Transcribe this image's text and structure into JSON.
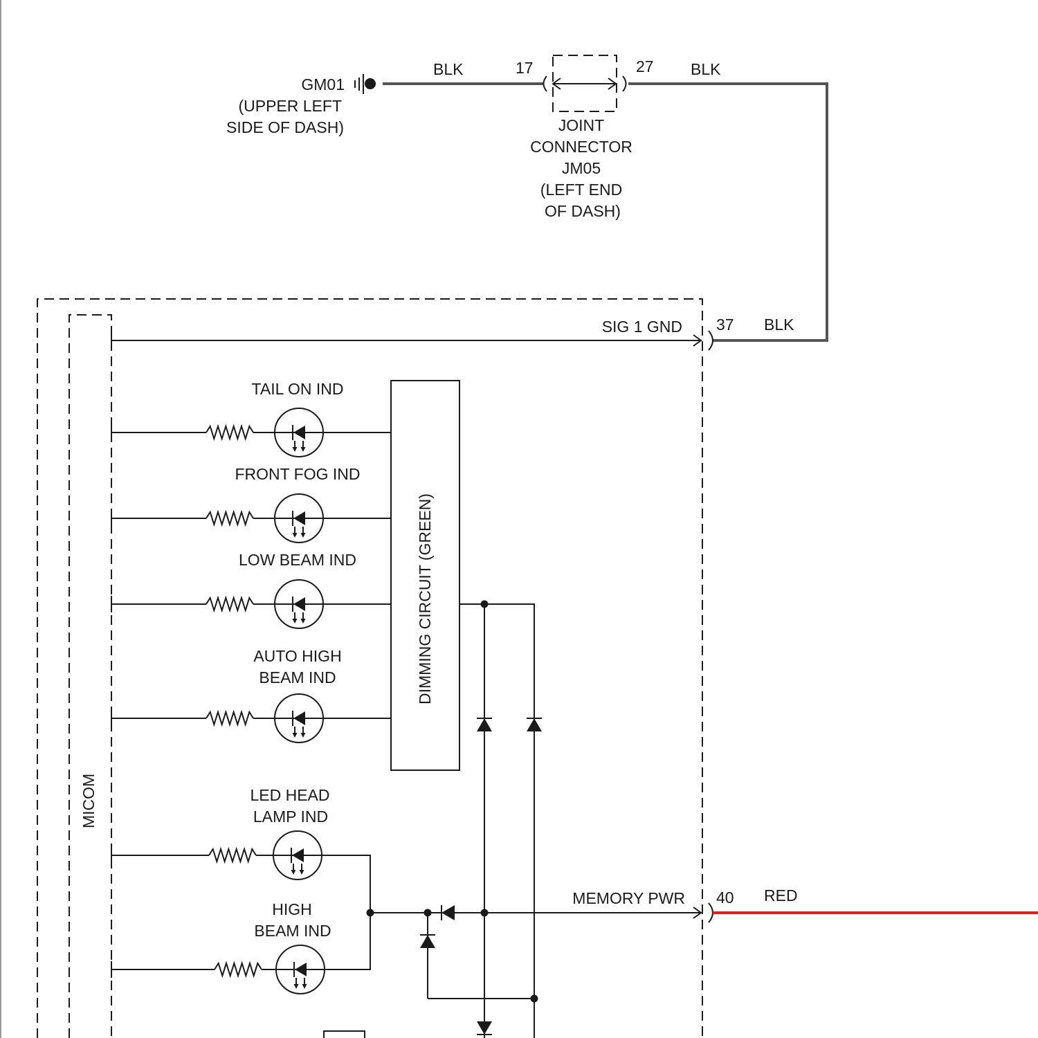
{
  "ground": {
    "id": "GM01",
    "location_line1": "(UPPER LEFT",
    "location_line2": "SIDE OF DASH)"
  },
  "joint_connector": {
    "line1": "JOINT",
    "line2": "CONNECTOR",
    "line3": "JM05",
    "line4": "(LEFT END",
    "line5": "OF DASH)",
    "pin_in": "17",
    "pin_out": "27"
  },
  "wires": {
    "ground_left": "BLK",
    "ground_right": "BLK",
    "sig_gnd": "BLK",
    "memory_pwr": "RED",
    "memory_pwr_color": "#e02020",
    "harness_color": "#555555"
  },
  "module": {
    "micom_label": "MICOM",
    "dimming_label": "DIMMING CIRCUIT (GREEN)",
    "sig_gnd_label": "SIG 1 GND",
    "sig_gnd_pin": "37",
    "memory_pwr_label": "MEMORY PWR",
    "memory_pwr_pin": "40"
  },
  "indicators": [
    {
      "line1": "TAIL ON IND",
      "line2": ""
    },
    {
      "line1": "FRONT FOG IND",
      "line2": ""
    },
    {
      "line1": "LOW BEAM IND",
      "line2": ""
    },
    {
      "line1": "AUTO HIGH",
      "line2": "BEAM IND"
    },
    {
      "line1": "LED HEAD",
      "line2": "LAMP IND"
    },
    {
      "line1": "HIGH",
      "line2": "BEAM IND"
    }
  ]
}
